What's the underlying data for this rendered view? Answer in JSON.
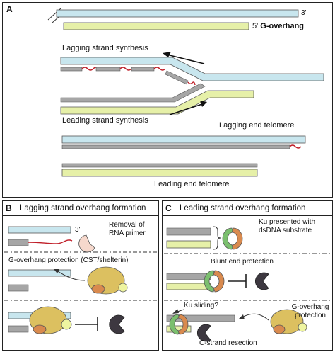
{
  "panel_a": {
    "label": "A",
    "three_prime": "3'",
    "g_overhang_prefix": "5'",
    "g_overhang_label": "G-overhang",
    "lagging_synthesis": "Lagging strand synthesis",
    "leading_synthesis": "Leading strand synthesis",
    "lagging_end_telomere": "Lagging end telomere",
    "leading_end_telomere": "Leading end telomere"
  },
  "panel_b": {
    "label": "B",
    "title": "Lagging strand overhang formation",
    "three_prime": "3'",
    "removal_text": "Removal of RNA primer",
    "protection_text": "G-overhang protection (CST/shelterin)"
  },
  "panel_c": {
    "label": "C",
    "title": "Leading strand overhang formation",
    "ku_presented": "Ku presented with dsDNA substrate",
    "blunt_end": "Blunt end protection",
    "ku_sliding": "Ku sliding?",
    "g_overhang_protection": "G-overhang protection",
    "c_strand_resection": "C-strand resection"
  },
  "colors": {
    "blue_strand": "#c8e6ee",
    "green_strand": "#e6f0a8",
    "gray_strand": "#a6a6a6",
    "rna_primer": "#c0202a",
    "ku_green": "#7bbf6e",
    "ku_orange": "#d98a4e",
    "cst_gold": "#dcc060",
    "nuclease": "#3d3840",
    "primase": "#f6d8cc"
  }
}
